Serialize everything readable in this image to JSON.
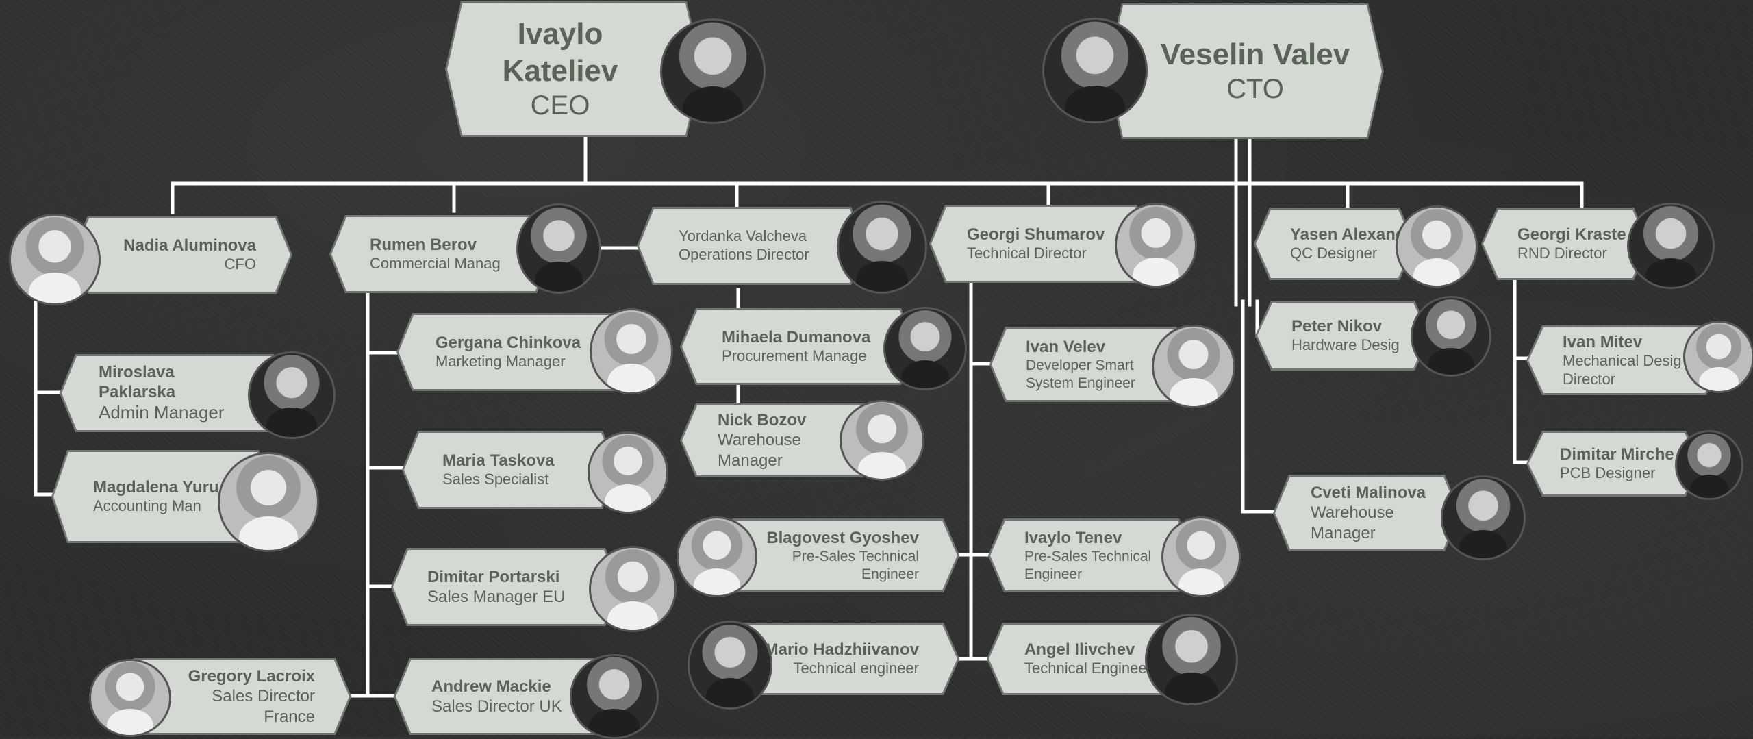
{
  "executives": {
    "ceo": {
      "name": "Ivaylo Kateliev",
      "name_line1": "Ivaylo",
      "name_line2": "Kateliev",
      "role": "CEO"
    },
    "cto": {
      "name": "Veselin Valev",
      "role": "CTO"
    }
  },
  "people": {
    "nadia": {
      "name": "Nadia Aluminova",
      "role": "CFO"
    },
    "rumen": {
      "name": "Rumen Berov",
      "role": "Commercial Manag"
    },
    "yordanka": {
      "name": "Yordanka Valcheva",
      "role": "Operations Director"
    },
    "georgi_s": {
      "name": "Georgi Shumarov",
      "role": "Technical Director"
    },
    "yasen": {
      "name": "Yasen Alexano",
      "role": "QC Designer"
    },
    "georgi_k": {
      "name": "Georgi Kraste",
      "role": "RND Director"
    },
    "miroslava": {
      "name_line1": "Miroslava",
      "name_line2": "Paklarska",
      "role": "Admin Manager"
    },
    "magdalena": {
      "name": "Magdalena Yuru",
      "role": "Accounting Man"
    },
    "gergana": {
      "name": "Gergana Chinkova",
      "role": "Marketing Manager"
    },
    "maria": {
      "name": "Maria Taskova",
      "role": "Sales Specialist"
    },
    "dimitar_p": {
      "name": "Dimitar Portarski",
      "role": "Sales Manager EU"
    },
    "andrew": {
      "name": "Andrew Mackie",
      "role": "Sales Director UK"
    },
    "gregory": {
      "name": "Gregory Lacroix",
      "role_line1": "Sales Director",
      "role_line2": "France"
    },
    "mihaela": {
      "name": "Mihaela Dumanova",
      "role": "Procurement Manage"
    },
    "nick": {
      "name": "Nick Bozov",
      "role_line1": "Warehouse",
      "role_line2": "Manager"
    },
    "blagovest": {
      "name": "Blagovest Gyoshev",
      "role_line1": "Pre-Sales Technical",
      "role_line2": "Engineer"
    },
    "mario": {
      "name": "Mario Hadzhiivanov",
      "role": "Technical engineer"
    },
    "ivan_v": {
      "name": "Ivan Velev",
      "role_line1": "Developer Smart",
      "role_line2": "System Engineer"
    },
    "ivaylo_t": {
      "name": "Ivaylo Tenev",
      "role_line1": "Pre-Sales Technical",
      "role_line2": "Engineer"
    },
    "angel": {
      "name": "Angel Ilivchev",
      "role": "Technical Engineer"
    },
    "peter": {
      "name": "Peter Nikov",
      "role": "Hardware Desig"
    },
    "cveti": {
      "name": "Cveti Malinova",
      "role_line1": "Warehouse",
      "role_line2": "Manager"
    },
    "ivan_m": {
      "name": "Ivan Mitev",
      "role_line1": "Mechanical Desig",
      "role_line2": "Director"
    },
    "dimitar_m": {
      "name": "Dimitar Mirche",
      "role": "PCB Designer"
    }
  },
  "colors": {
    "card": "#d5d9d3",
    "card_border": "#6f7670",
    "text": "#5a6358",
    "connector": "#ffffff",
    "background": "#2d2d2d"
  }
}
